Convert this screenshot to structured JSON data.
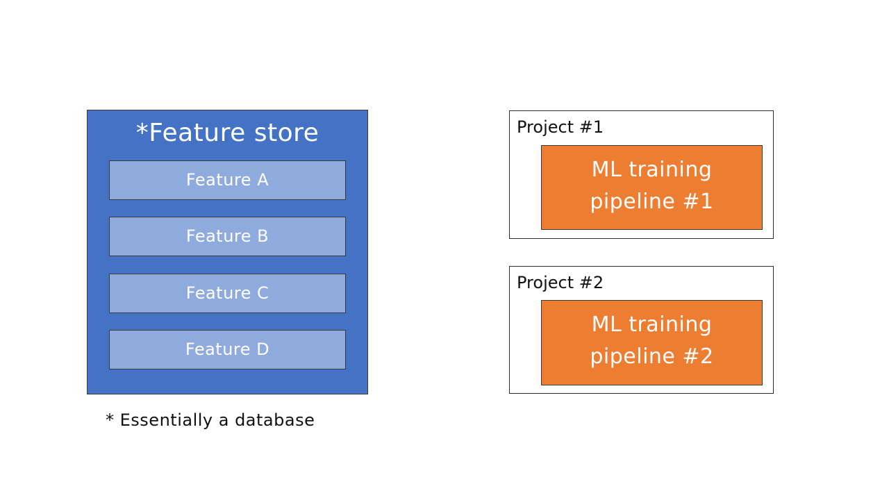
{
  "feature_store": {
    "title": "*Feature store",
    "features": [
      "Feature A",
      "Feature B",
      "Feature C",
      "Feature D"
    ],
    "footnote": "* Essentially a database",
    "colors": {
      "panel": "#4472c4",
      "feature": "#8faadc"
    }
  },
  "projects": [
    {
      "label": "Project #1",
      "pipeline_line1": "ML training",
      "pipeline_line2": "pipeline #1"
    },
    {
      "label": "Project #2",
      "pipeline_line1": "ML training",
      "pipeline_line2": "pipeline #2"
    }
  ],
  "colors": {
    "pipeline": "#ed7d31",
    "text_light": "#ffffff",
    "text_dark": "#111111"
  }
}
